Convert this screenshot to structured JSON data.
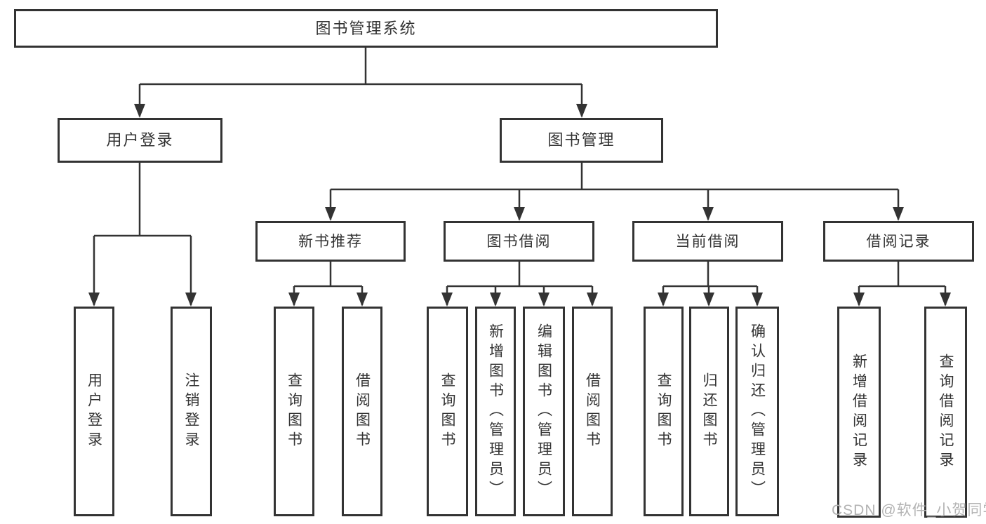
{
  "diagram": {
    "root": {
      "label": "图书管理系统"
    },
    "branches": [
      {
        "label": "用户登录",
        "children": [
          {
            "label": "用户登录"
          },
          {
            "label": "注销登录"
          }
        ]
      },
      {
        "label": "图书管理",
        "children": [
          {
            "label": "新书推荐",
            "children": [
              {
                "label": "查询图书"
              },
              {
                "label": "借阅图书"
              }
            ]
          },
          {
            "label": "图书借阅",
            "children": [
              {
                "label": "查询图书"
              },
              {
                "label": "新增图书（管理员）"
              },
              {
                "label": "编辑图书（管理员）"
              },
              {
                "label": "借阅图书"
              }
            ]
          },
          {
            "label": "当前借阅",
            "children": [
              {
                "label": "查询图书"
              },
              {
                "label": "归还图书"
              },
              {
                "label": "确认归还（管理员）"
              }
            ]
          },
          {
            "label": "借阅记录",
            "children": [
              {
                "label": "新增借阅记录"
              },
              {
                "label": "查询借阅记录"
              }
            ]
          }
        ]
      }
    ]
  },
  "watermark": {
    "text": "CSDN @软件_小贺同学"
  },
  "colors": {
    "line": "#333333",
    "text": "#333333",
    "background": "#ffffff",
    "watermark": "#b3b3b3"
  }
}
